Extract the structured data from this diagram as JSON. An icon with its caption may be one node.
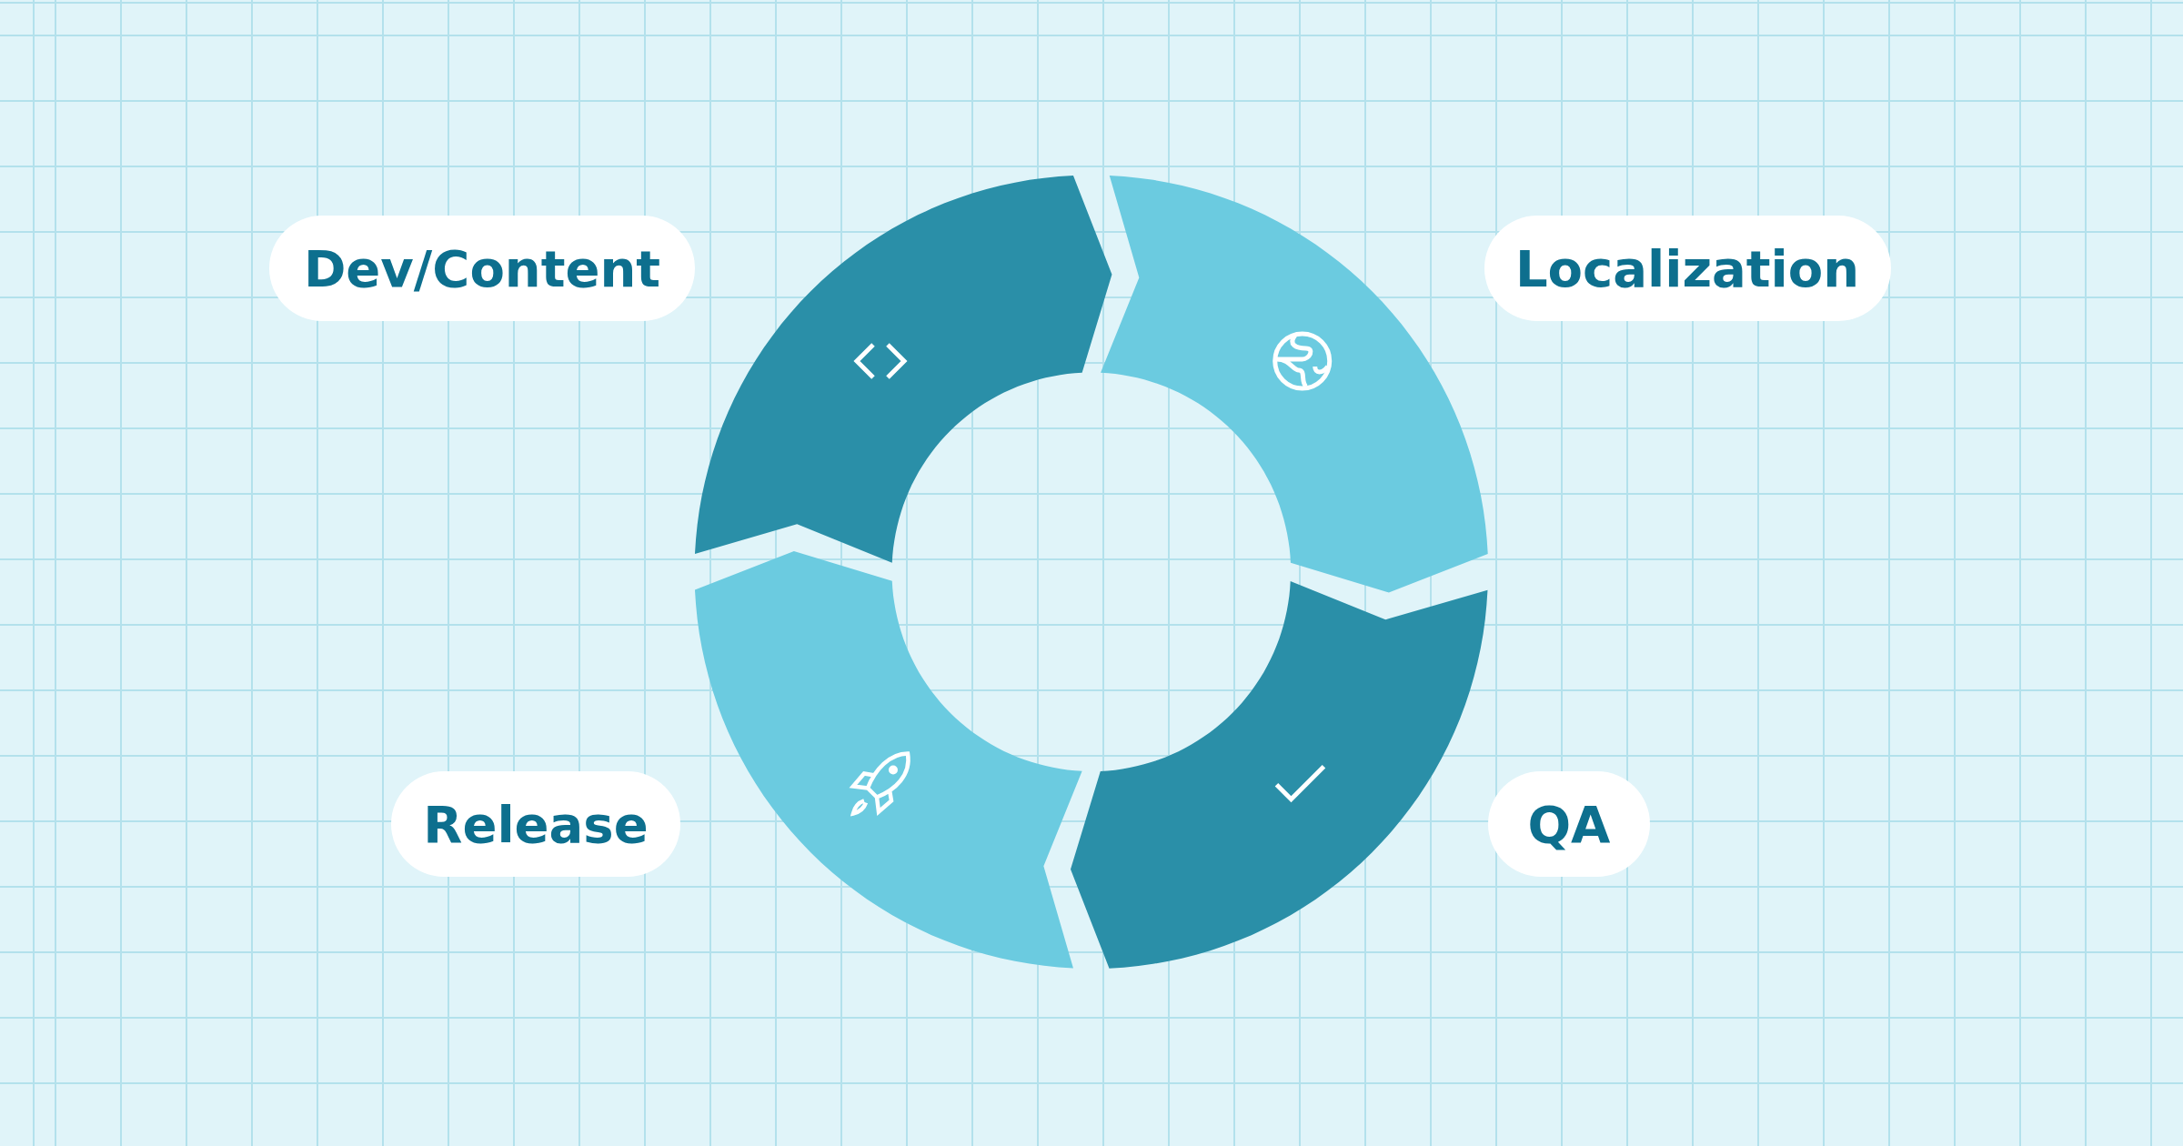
{
  "diagram": {
    "nodes": [
      {
        "text": [
          "Dev/Content"
        ]
      },
      {
        "text": [
          "Localization"
        ]
      },
      {
        "text": [
          "Release"
        ]
      },
      {
        "text": [
          "QA"
        ]
      },
      {
        "text": [],
        "shape": "arrow"
      },
      {
        "text": [],
        "shape": "arrow"
      },
      {
        "text": [],
        "shape": "arrow"
      },
      {
        "text": [],
        "shape": "arrow"
      }
    ]
  }
}
